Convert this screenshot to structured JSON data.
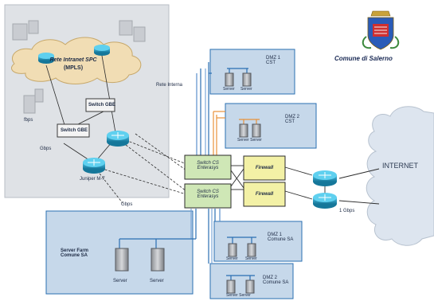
{
  "diagram": {
    "logo": {
      "text": "Comune di Salerno"
    },
    "labels": {
      "rete_intranet_spc": "Rete Intranet SPC",
      "mpls": "(MPLS)",
      "switch_gbe_1": "Switch GBE",
      "switch_gbe_2": "Switch GBE",
      "fbps": "fbps",
      "gbps_left": "Gbps",
      "juniper": "Juniper M-7",
      "gbps_mid": "Gbps",
      "rete_interna": "Rete Interna",
      "dmz1_cst": "DMZ 1 CST",
      "dmz2_cst": "DMZ 2 CST",
      "switch_cs_1": "Switch CS Enterasys",
      "switch_cs_2": "Switch CS Enterasys",
      "firewall_1": "Firewall",
      "firewall_2": "Firewall",
      "internet": "INTERNET",
      "gbps_right": "1 Gbps",
      "server_farm": "Server Farm Comune SA",
      "dmz1_comune": "DMZ 1 Comune SA",
      "dmz2_comune": "DMZ 2 Comune SA",
      "server_a": "Server",
      "server_b": "Server",
      "srv_cst1_a": "Server",
      "srv_cst1_b": "Server",
      "srv_cst2": "Server Server",
      "srv_dmz1_a": "Server",
      "srv_dmz1_b": "Server",
      "srv_dmz2": "Server Server"
    },
    "colors": {
      "panel": "#c6d8ea",
      "panel_left": "#dfe2e6",
      "box_line": "#2a6fb2",
      "switch_fill": "#cfe7b6",
      "firewall_fill": "#f3f1a6",
      "router": "#1f8fb3",
      "cloud": "#f1ddb4",
      "internet_cloud": "#dde5ef",
      "orange": "#e8913a"
    }
  }
}
